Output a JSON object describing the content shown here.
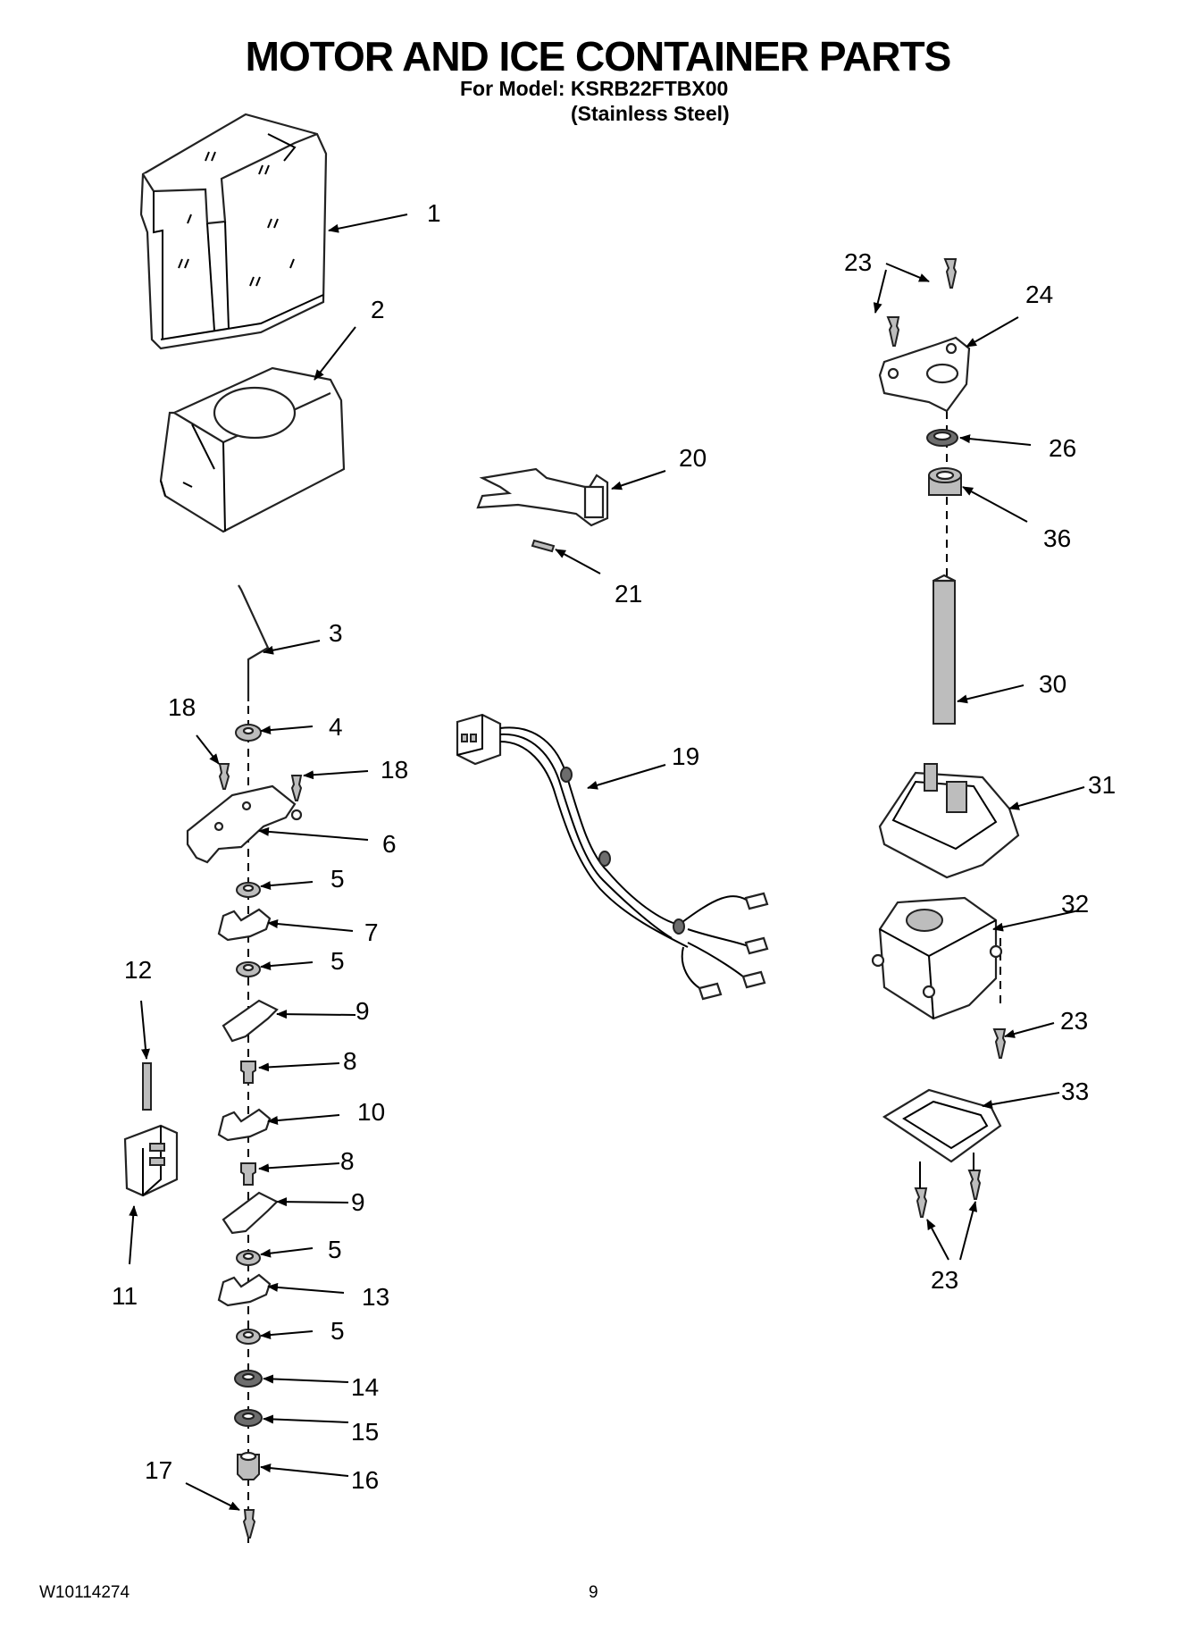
{
  "header": {
    "title": "MOTOR AND ICE CONTAINER PARTS",
    "model_line": "For Model: KSRB22FTBX00",
    "finish_line": "(Stainless Steel)"
  },
  "footer": {
    "doc_number": "W10114274",
    "page_number": "9"
  },
  "callouts": [
    "1",
    "2",
    "3",
    "4",
    "18",
    "18",
    "6",
    "5",
    "7",
    "5",
    "12",
    "9",
    "8",
    "10",
    "8",
    "9",
    "5",
    "11",
    "13",
    "5",
    "14",
    "15",
    "17",
    "16",
    "20",
    "21",
    "19",
    "23",
    "24",
    "26",
    "36",
    "30",
    "31",
    "32",
    "23",
    "33",
    "23"
  ]
}
